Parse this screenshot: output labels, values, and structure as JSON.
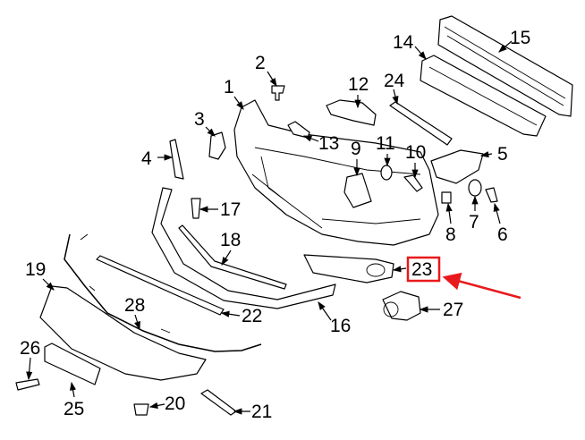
{
  "diagram": {
    "type": "exploded parts diagram",
    "callouts": {
      "c1": "1",
      "c2": "2",
      "c3": "3",
      "c4": "4",
      "c5": "5",
      "c6": "6",
      "c7": "7",
      "c8": "8",
      "c9": "9",
      "c10": "10",
      "c11": "11",
      "c12": "12",
      "c13": "13",
      "c14": "14",
      "c15": "15",
      "c16": "16",
      "c17": "17",
      "c18": "18",
      "c19": "19",
      "c20": "20",
      "c21": "21",
      "c22": "22",
      "c23": "23",
      "c24": "24",
      "c25": "25",
      "c26": "26",
      "c27": "27",
      "c28": "28"
    },
    "highlighted_callout": "23",
    "highlight_color": "#e8191c"
  }
}
